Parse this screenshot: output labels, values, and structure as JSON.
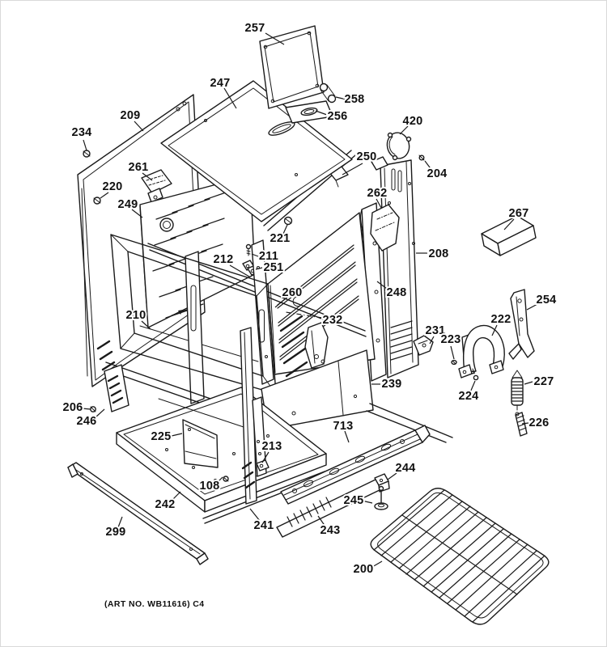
{
  "diagram": {
    "footer": "(ART NO. WB11616) C4",
    "background_color": "#ffffff",
    "line_color": "#1a1a1a",
    "parts": [
      {
        "label": "257"
      },
      {
        "label": "247"
      },
      {
        "label": "258"
      },
      {
        "label": "256"
      },
      {
        "label": "209"
      },
      {
        "label": "234"
      },
      {
        "label": "420"
      },
      {
        "label": "204"
      },
      {
        "label": "261"
      },
      {
        "label": "220"
      },
      {
        "label": "250"
      },
      {
        "label": "262"
      },
      {
        "label": "249"
      },
      {
        "label": "267"
      },
      {
        "label": "221"
      },
      {
        "label": "208"
      },
      {
        "label": "212"
      },
      {
        "label": "211"
      },
      {
        "label": "251"
      },
      {
        "label": "260"
      },
      {
        "label": "248"
      },
      {
        "label": "232"
      },
      {
        "label": "210"
      },
      {
        "label": "254"
      },
      {
        "label": "222"
      },
      {
        "label": "231"
      },
      {
        "label": "223"
      },
      {
        "label": "227"
      },
      {
        "label": "239"
      },
      {
        "label": "224"
      },
      {
        "label": "226"
      },
      {
        "label": "206"
      },
      {
        "label": "246"
      },
      {
        "label": "225"
      },
      {
        "label": "713"
      },
      {
        "label": "213"
      },
      {
        "label": "244"
      },
      {
        "label": "108"
      },
      {
        "label": "242"
      },
      {
        "label": "245"
      },
      {
        "label": "241"
      },
      {
        "label": "299"
      },
      {
        "label": "243"
      },
      {
        "label": "200"
      }
    ]
  }
}
